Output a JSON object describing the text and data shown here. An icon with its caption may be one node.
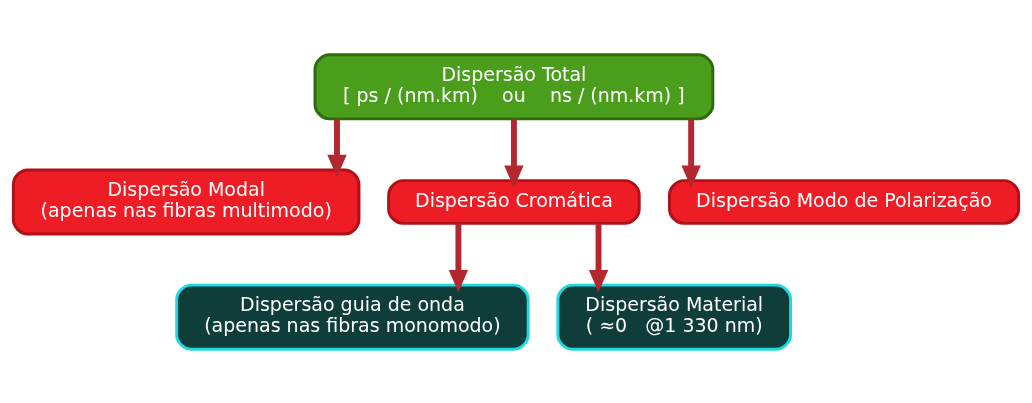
{
  "diagram": {
    "nodes": [
      {
        "text": [
          "Dispersão Total",
          "[ ps / (nm.km)    ou    ns / (nm.km) ]"
        ]
      },
      {
        "text": [
          "Dispersão Modal",
          "(apenas nas fibras multimodo)"
        ]
      },
      {
        "text": [
          "Dispersão Cromática"
        ]
      },
      {
        "text": [
          "Dispersão Modo de Polarização"
        ]
      },
      {
        "text": [
          "Dispersão guia de onda",
          "(apenas nas fibras monomodo)"
        ]
      },
      {
        "text": [
          "Dispersão Material",
          "( ≈0   @1 330 nm)"
        ]
      }
    ],
    "edges": [
      {
        "from": 0,
        "to": 1,
        "arrow": "to"
      },
      {
        "from": 0,
        "to": 2,
        "arrow": "to"
      },
      {
        "from": 0,
        "to": 3,
        "arrow": "to"
      },
      {
        "from": 2,
        "to": 4,
        "arrow": "to"
      },
      {
        "from": 2,
        "to": 5,
        "arrow": "to"
      }
    ]
  }
}
